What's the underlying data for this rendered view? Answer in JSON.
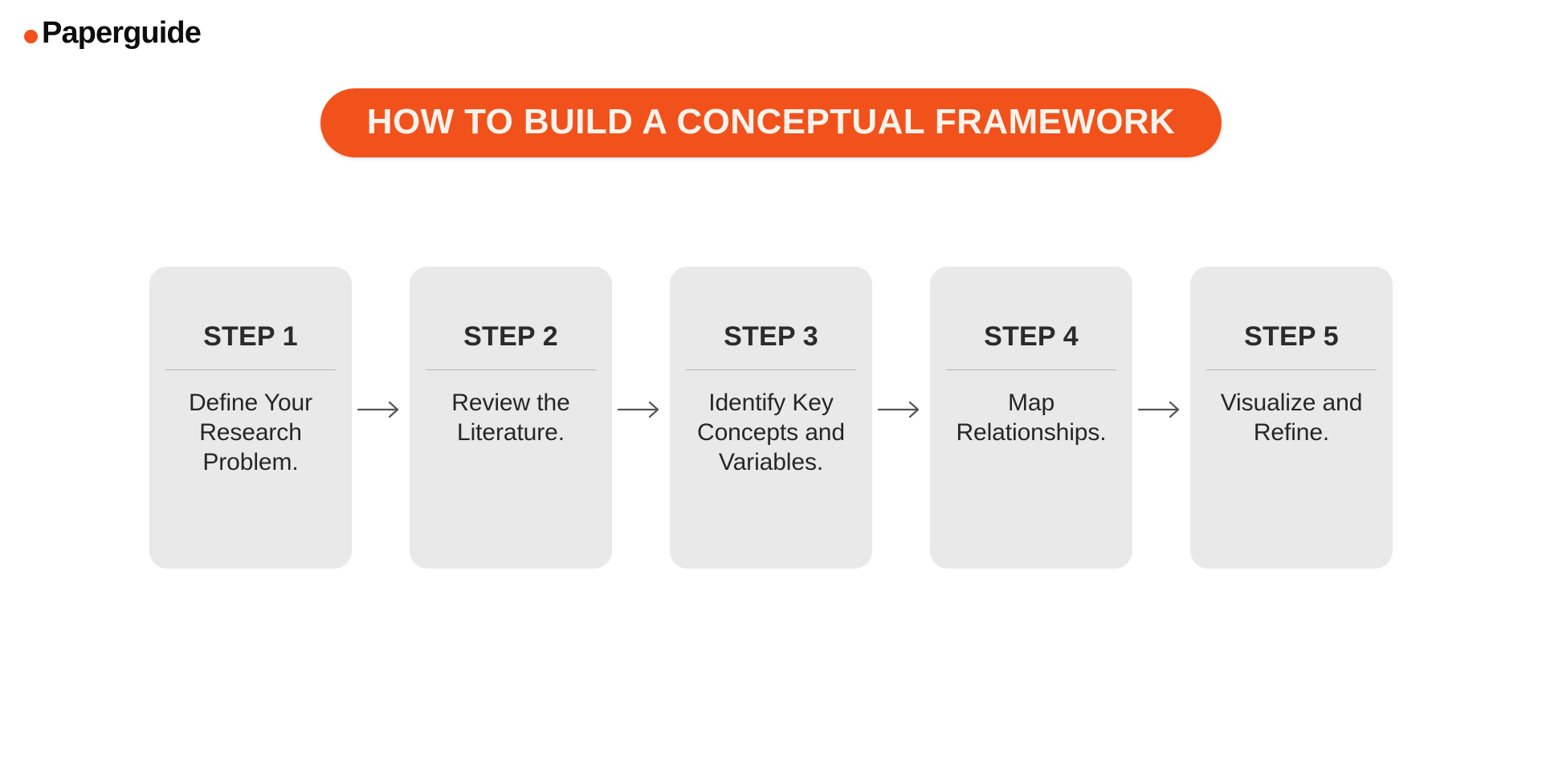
{
  "brand": {
    "name": "Paperguide",
    "dot_icon": "dot-icon",
    "dot_color": "#F1521B"
  },
  "banner": {
    "title": "HOW TO BUILD A CONCEPTUAL FRAMEWORK",
    "background_color": "#F1521B",
    "text_color": "#FDF3EC"
  },
  "card_style": {
    "background_color": "#E9E9E9",
    "divider_color": "#B4B4B4",
    "heading_color": "#2B2B2B",
    "text_color": "#262626"
  },
  "arrow": {
    "icon": "arrow-right-icon",
    "color": "#555555"
  },
  "steps": [
    {
      "heading": "STEP 1",
      "text": "Define Your Research Problem."
    },
    {
      "heading": "STEP 2",
      "text": "Review the Literature."
    },
    {
      "heading": "STEP 3",
      "text": "Identify Key Concepts and Variables."
    },
    {
      "heading": "STEP 4",
      "text": "Map Relationships."
    },
    {
      "heading": "STEP 5",
      "text": "Visualize and Refine."
    }
  ]
}
